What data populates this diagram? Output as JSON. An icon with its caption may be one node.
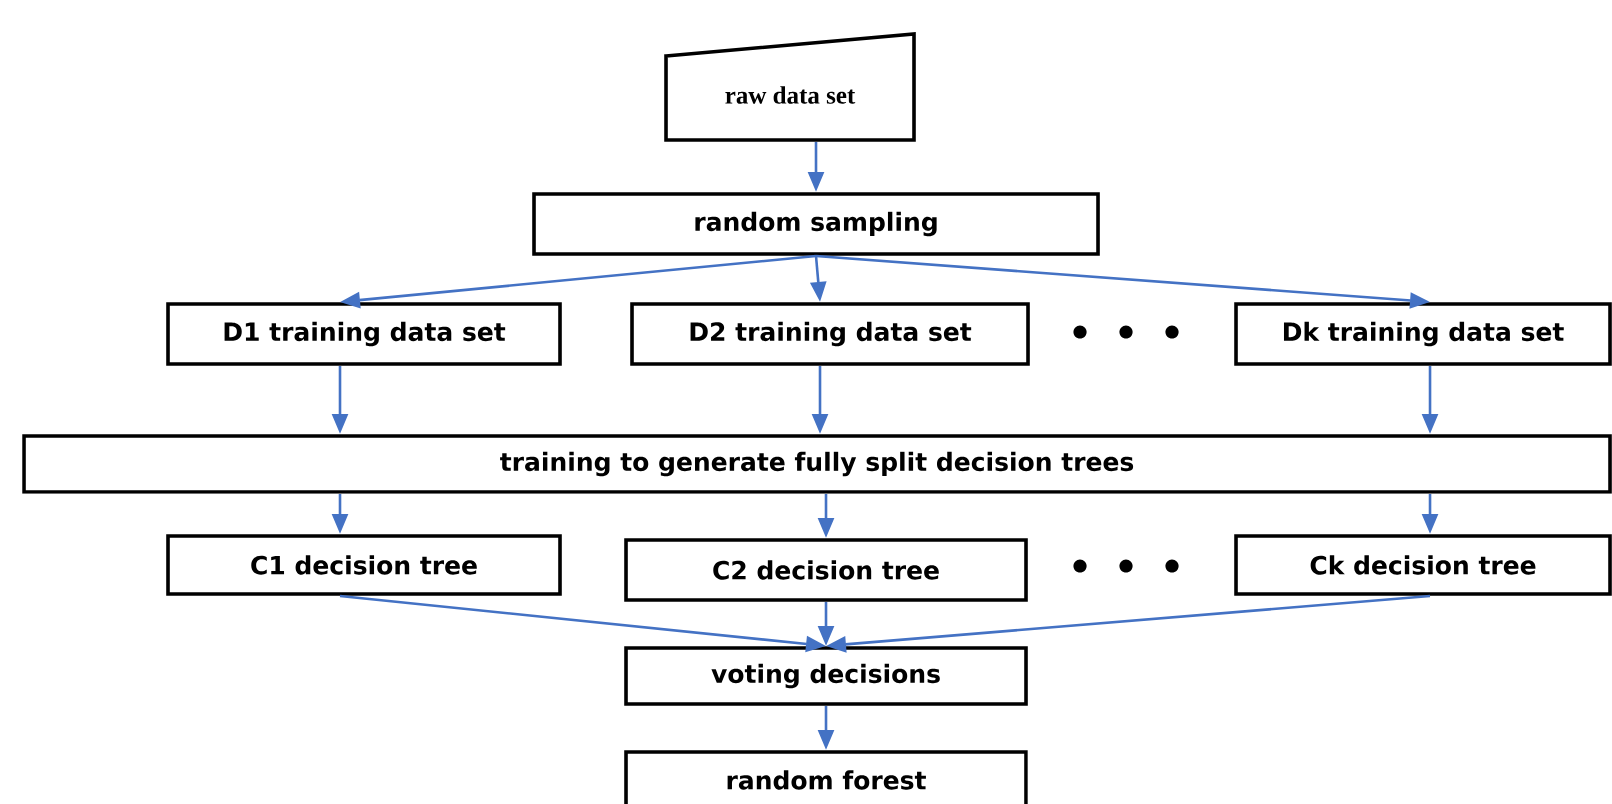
{
  "diagram": {
    "nodes": [
      {
        "text": [
          "raw data set"
        ]
      },
      {
        "text": [
          "random sampling"
        ]
      },
      {
        "text": [
          "D1 training data set"
        ]
      },
      {
        "text": [
          "D2 training data set"
        ]
      },
      {
        "text": [
          "Dk training data set"
        ]
      },
      {
        "text": [
          "training to generate fully split decision trees"
        ]
      },
      {
        "text": [
          "C1 decision tree"
        ]
      },
      {
        "text": [
          "C2 decision tree"
        ]
      },
      {
        "text": [
          "Ck decision tree"
        ]
      },
      {
        "text": [
          "voting decisions"
        ]
      },
      {
        "text": [
          "random forest"
        ]
      }
    ],
    "edges": [
      {
        "from": 0,
        "to": 1,
        "arrow": "to"
      },
      {
        "from": 1,
        "to": 2,
        "arrow": "to"
      },
      {
        "from": 1,
        "to": 3,
        "arrow": "to"
      },
      {
        "from": 1,
        "to": 4,
        "arrow": "to"
      },
      {
        "from": 2,
        "to": 5,
        "arrow": "to"
      },
      {
        "from": 3,
        "to": 5,
        "arrow": "to"
      },
      {
        "from": 4,
        "to": 5,
        "arrow": "to"
      },
      {
        "from": 5,
        "to": 6,
        "arrow": "to"
      },
      {
        "from": 5,
        "to": 7,
        "arrow": "to"
      },
      {
        "from": 5,
        "to": 8,
        "arrow": "to"
      },
      {
        "from": 6,
        "to": 9,
        "arrow": "to"
      },
      {
        "from": 7,
        "to": 9,
        "arrow": "to"
      },
      {
        "from": 8,
        "to": 9,
        "arrow": "to"
      },
      {
        "from": 9,
        "to": 10,
        "arrow": "to"
      }
    ]
  }
}
